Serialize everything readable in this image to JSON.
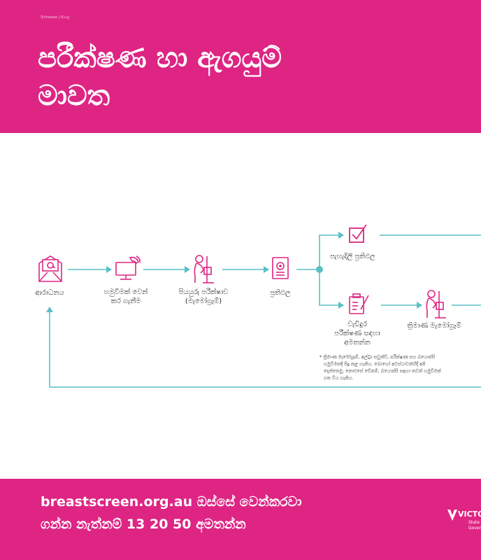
{
  "header": {
    "language_tag": "Sinhalese | සිංහල",
    "title_line1": "පරීක්ෂණ හා ඇගයුම්",
    "title_line2": "මාවත"
  },
  "steps": {
    "invitation": "ආරාධනය",
    "booking_line1": "හමුවීමක් වෙන්",
    "booking_line2": "කර ගැනීම",
    "screening_line1": "පියයුරු පරීක්ෂාව",
    "screening_line2": "(මැමෝග්‍රෑම්)",
    "results": "ප්‍රතිඵල",
    "clear_results": "පැහැදිලි ප්‍රතිඵල",
    "further_line1": "වැඩිදුර",
    "further_line2": "පරීක්ෂණ සඳහා",
    "further_line3": "අමතන්න",
    "three_d": "ත්‍රිමාණ මැමෝග්‍රෑම්"
  },
  "note": {
    "line1": "* ත්‍රිමාණ මැමෝග්‍රෑම්, අල්ට්‍රා සවුන්ඩ්, පරීක්ෂණ සහ බයොප්සි",
    "line2": "හමුවීමකදී සිදු කළ හැකිය. බොහෝ අවස්ථාවන්හිදී අපි",
    "line3": "දෙන්නෙමු, නොඑසේ වේනම්, බයොප්සි සඳහා තවත් හමුවීමක්",
    "line4": "ගත විය හැකිය."
  },
  "footer": {
    "line1": "breastscreen.org.au ඔස්සේ වෙන්කරවා",
    "line2": "ගන්න නැත්නම් 13 20 50 අමතන්න",
    "logo_text": "VICTORIA",
    "logo_sub1": "State",
    "logo_sub2": "Government"
  },
  "colors": {
    "brand_pink": "#de2584",
    "flow_teal": "#5bbfc7"
  },
  "icons": [
    "envelope-icon",
    "computer-phone-icon",
    "person-mammogram-icon",
    "document-icon",
    "checkbox-icon",
    "clipboard-pen-icon",
    "person-mammogram-icon"
  ]
}
